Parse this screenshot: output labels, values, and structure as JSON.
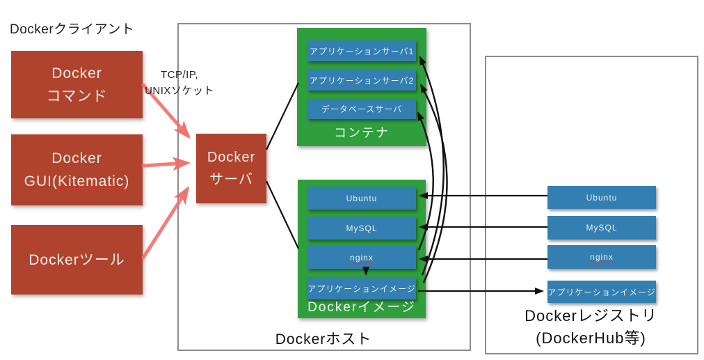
{
  "client": {
    "title": "Dockerクライアント",
    "command": {
      "line1": "Docker",
      "line2": "コマンド"
    },
    "gui": {
      "line1": "Docker",
      "line2_pre": "GUI(",
      "line2_word": "Kitematic",
      "line2_post": ")"
    },
    "tool": {
      "label": "Dockerツール"
    }
  },
  "connection": {
    "line1": "TCP/IP,",
    "line2": "UNIXソケット"
  },
  "server": {
    "line1": "Docker",
    "line2": "サーバ"
  },
  "host": {
    "label": "Dockerホスト"
  },
  "containers": {
    "label": "コンテナ",
    "items": [
      "アプリケーションサーバ1",
      "アプリケーションサーバ2",
      "データベースサーバ"
    ]
  },
  "images": {
    "label": "Dockerイメージ",
    "items": [
      "Ubuntu",
      "MySQL",
      "nginx",
      "アプリケーションイメージ"
    ]
  },
  "registry": {
    "title_line1": "Dockerレジストリ",
    "title_line2": "(DockerHub等)",
    "items": [
      "Ubuntu",
      "MySQL",
      "nginx",
      "アプリケーションイメージ"
    ]
  },
  "colors": {
    "box_red": "#b0432d",
    "box_green": "#2f9e3c",
    "box_blue": "#337fb1",
    "arrow_pink": "#f2706b",
    "line_black": "#111111",
    "border_gray": "#8c8c8c",
    "underline_red": "#e03131"
  }
}
